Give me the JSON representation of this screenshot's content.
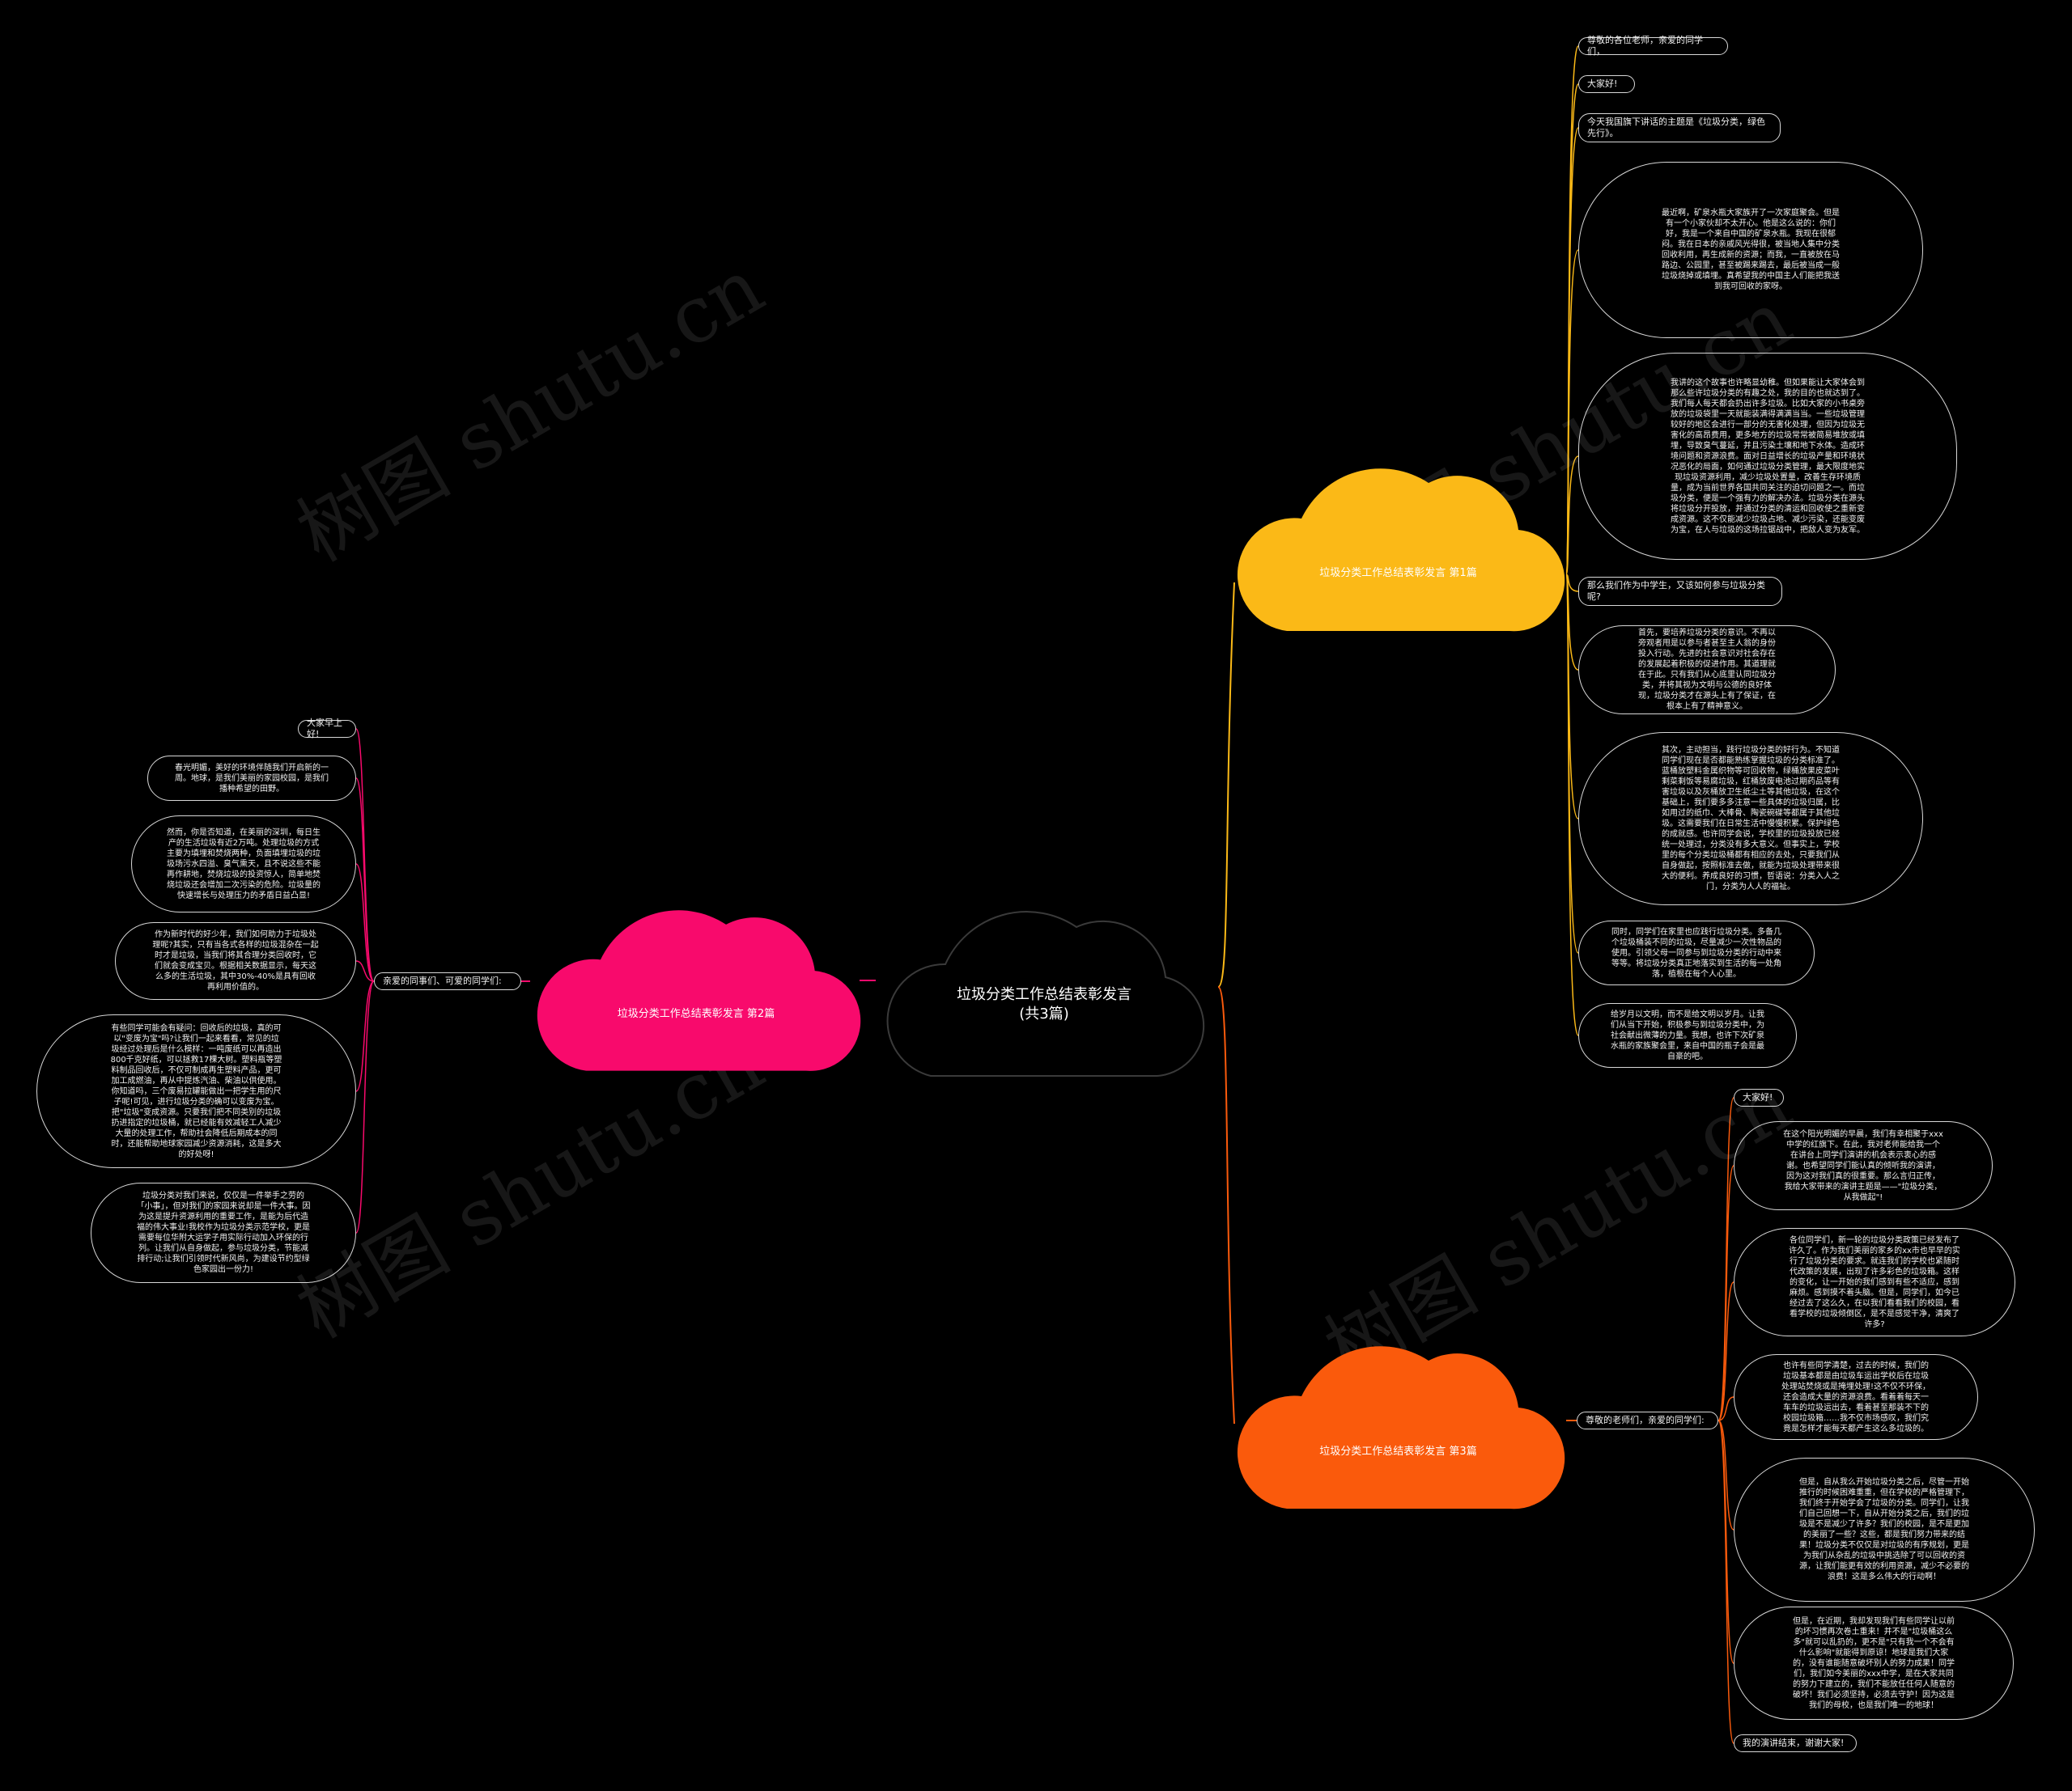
{
  "watermark": "树图 shutu.cn",
  "colors": {
    "branch1": "#fbb917",
    "branch2": "#f80a6c",
    "branch3": "#fa5a0c",
    "root_outline": "#3a3a3a",
    "node_border": "#d8d8d8"
  },
  "root": {
    "title": "垃圾分类工作总结表彰发言(共3篇)"
  },
  "branches": [
    {
      "title": "垃圾分类工作总结表彰发言 第1篇",
      "leaves": [
        "尊敬的各位老师，亲爱的同学们，",
        "大家好!",
        "今天我国旗下讲话的主题是《垃圾分类，绿色先行》。",
        "最近啊，矿泉水瓶大家族开了一次家庭聚会。但是有一个小家伙却不太开心。他是这么说的：你们好，我是一个来自中国的矿泉水瓶。我现在很郁闷。我在日本的亲戚风光得很，被当地人集中分类回收利用，再生成新的资源；而我，一直被放在马路边、公园里，甚至被踢来踢去，最后被当成一般垃圾烧掉或填埋。真希望我的中国主人们能把我送到我可回收的家呀。",
        "我讲的这个故事也许略显幼稚。但如果能让大家体会到那么些许垃圾分类的有趣之处，我的目的也就达到了。我们每人每天都会扔出许多垃圾。比如大家的小书桌旁放的垃圾袋里一天就能装满得满满当当。一些垃圾管理较好的地区会进行一部分的无害化处理，但因为垃圾无害化的高昂费用，更多地方的垃圾常常被简易堆放或填埋，导致臭气蔓延，并且污染土壤和地下水体。造成环境问题和资源浪费。面对日益增长的垃圾产量和环境状况恶化的局面，如何通过垃圾分类管理，最大限度地实现垃圾资源利用，减少垃圾处置量，改善生存环境质量，成为当前世界各国共同关注的迫切问题之一。而垃圾分类，便是一个强有力的解决办法。垃圾分类在源头将垃圾分开投放，并通过分类的清运和回收使之重新变成资源。这不仅能减少垃圾占地、减少污染，还能变废为宝，在人与垃圾的这场拉锯战中，把敌人变为友军。",
        "那么我们作为中学生，又该如何参与垃圾分类呢?",
        "首先，要培养垃圾分类的意识。不再以旁观者甩是以参与者甚至主人翁的身份投入行动。先进的社会意识对社会存在的发展起着积极的促进作用。其道理就在于此。只有我们从心底里认同垃圾分类，并将其视为文明与公德的良好体现，垃圾分类才在源头上有了保证，在根本上有了精神意义。",
        "其次，主动担当，践行垃圾分类的好行为。不知道同学们现在是否都能熟练掌握垃圾的分类标准了。蓝桶放塑料金属织物等可回收物，绿桶放果皮菜叶剩菜剩饭等易腐垃圾，红桶放废电池过期药品等有害垃圾以及灰桶放卫生纸尘土等其他垃圾，在这个基础上，我们要多多注意一些具体的垃圾归属，比如用过的纸巾、大棒骨、陶瓷碗碟等都属于其他垃圾。这需要我们在日常生活中慢慢积累。保护绿色的成就感。也许同学会说，学校里的垃圾投放已经统一处理过，分类没有多大意义。但事实上，学校里的每个分类垃圾桶都有相应的去处，只要我们从自身做起，按照标准去做，就能为垃圾处理带来很大的便利。养成良好的习惯，哲语说：分类入人之门，分类为人人的福祉。",
        "同时，同学们在家里也应践行垃圾分类。多备几个垃圾桶装不同的垃圾，尽量减少一次性物品的使用。引领父母一同参与到垃圾分类的行动中来等等。将垃圾分类真正地落实到生活的每一处角落，植根在每个人心里。",
        "给岁月以文明，而不是给文明以岁月。让我们从当下开始，积极参与到垃圾分类中，为社会献出微薄的力量。我想，也许下次矿泉水瓶的家族聚会里，来自中国的瓶子会是最自豪的吧。"
      ]
    },
    {
      "title": "垃圾分类工作总结表彰发言 第2篇",
      "hub": "亲爱的同事们、可爱的同学们:",
      "leaves": [
        "大家早上好!",
        "春光明媚，美好的环境伴随我们开启新的一周。地球，是我们美丽的家园校园，是我们播种希望的田野。",
        "然而，你是否知道，在美丽的深圳，每日生产的生活垃圾有近2万吨。处理垃圾的方式主要为填埋和焚烧两种，负面填埋垃圾的垃圾场污水四溢、臭气熏天，且不说这些不能再作耕地，焚烧垃圾的投资惊人，简单地焚烧垃圾还会增加二次污染的危险。垃圾量的快速增长与处理压力的矛盾日益凸显!",
        "作为新时代的好少年，我们如何助力于垃圾处理呢?其实，只有当各式各样的垃圾混杂在一起时才是垃圾，当我们将其合理分类回收时，它们就会变成宝贝。根据相关数据显示，每天这么多的生活垃圾，其中30%-40%是具有回收再利用价值的。",
        "有些同学可能会有疑问：回收后的垃圾，真的可以\"变废为宝\"吗?让我们一起来看看，常见的垃圾经过处理后是什么模样：一吨废纸可以再造出800千克好纸，可以拯救17棵大树。塑料瓶等塑料制品回收后，不仅可制成再生塑料产品，更可加工成燃油，再从中提炼汽油、柴油以供使用。你知道吗，三个废易拉罐能做出一把学生用的尺子呢!可见，进行垃圾分类的确可以变废为宝。把\"垃圾\"变成资源。只要我们把不同类别的垃圾扔进指定的垃圾桶，就已经能有效减轻工人减少大量的处理工作，帮助社会降低后期成本的同时，还能帮助地球家园减少资源消耗，这是多大的好处呀!",
        "垃圾分类对我们来说，仅仅是一件举手之劳的「小事」，但对我们的家园来说却是一件大事。因为这是提升资源利用的重要工作，是能为后代造福的伟大事业!我校作为垃圾分类示范学校，更是需要每位华附大运学子用实际行动加入环保的行列。让我们从自身做起，参与垃圾分类，节能减排行动;让我们引领时代新风尚，为建设节约型绿色家园出一份力!"
      ]
    },
    {
      "title": "垃圾分类工作总结表彰发言 第3篇",
      "hub": "尊敬的老师们，亲爱的同学们:",
      "leaves": [
        "大家好!",
        "在这个阳光明媚的早晨，我们有幸相聚于xxx中学的红旗下。在此，我对老师能给我一个在讲台上同学们演讲的机会表示衷心的感谢。也希望同学们能认真的倾听我的演讲，因为这对我们真的很重要。那么言归正传，我给大家带来的演讲主题是——\"垃圾分类，从我做起\"!",
        "各位同学们，新一轮的垃圾分类政策已经发布了许久了。作为我们美丽的家乡的xx市也早早的实行了垃圾分类的要求。就连我们的学校也紧随时代改策的发展，出现了许多彩色的垃圾箱。这样的变化，让一开始的我们感到有些不适应，感到麻烦。感到摸不着头脑。但是，同学们，如今已经过去了这么久，在以我们看看我们的校园，看看学校的垃圾倾倒区，是不是感觉干净，清爽了许多?",
        "也许有些同学清楚，过去的时候，我们的垃圾基本都是由垃圾车运出学校后在垃圾处理站焚烧或是掩埋处理!这不仅不环保，还会造成大量的资源浪费。看着着每天一车车的垃圾运出去，看着甚至那装不下的校园垃圾箱……我不仅市场感叹，我们究竟是怎样才能每天都产生这么多垃圾的。",
        "但是，自从我么开始垃圾分类之后，尽管一开始推行的时候困难重重，但在学校的严格管理下，我们终于开始学会了垃圾的分类。同学们，让我们自己回想一下，自从开始分类之后，我们的垃圾是不是减少了许多？我们的校园，是不是更加的美丽了一些？这些，都是我们努力带来的结果！垃圾分类不仅仅是对垃圾的有序规划，更是为我们从杂乱的垃圾中挑选除了可以回收的资源，让我们能更有效的利用资源，减少不必要的浪费！这是多么伟大的行动啊！",
        "但是，在近期，我却发现我们有些同学让以前的坏习惯再次卷土重来！并不是\"垃圾桶这么多\"就可以乱扔的，更不是\"只有我一个不会有什么影响\"就能得到原谅！地球是我们大家的，没有谁能随意破坏别人的努力成果！同学们，我们如今美丽的xxx中学，是在大家共同的努力下建立的，我们不能放任任何人随意的破坏！我们必须坚持，必须去守护！因为这是我们的母校，也是我们唯一的地球！",
        "我的演讲结束，谢谢大家!"
      ]
    }
  ]
}
